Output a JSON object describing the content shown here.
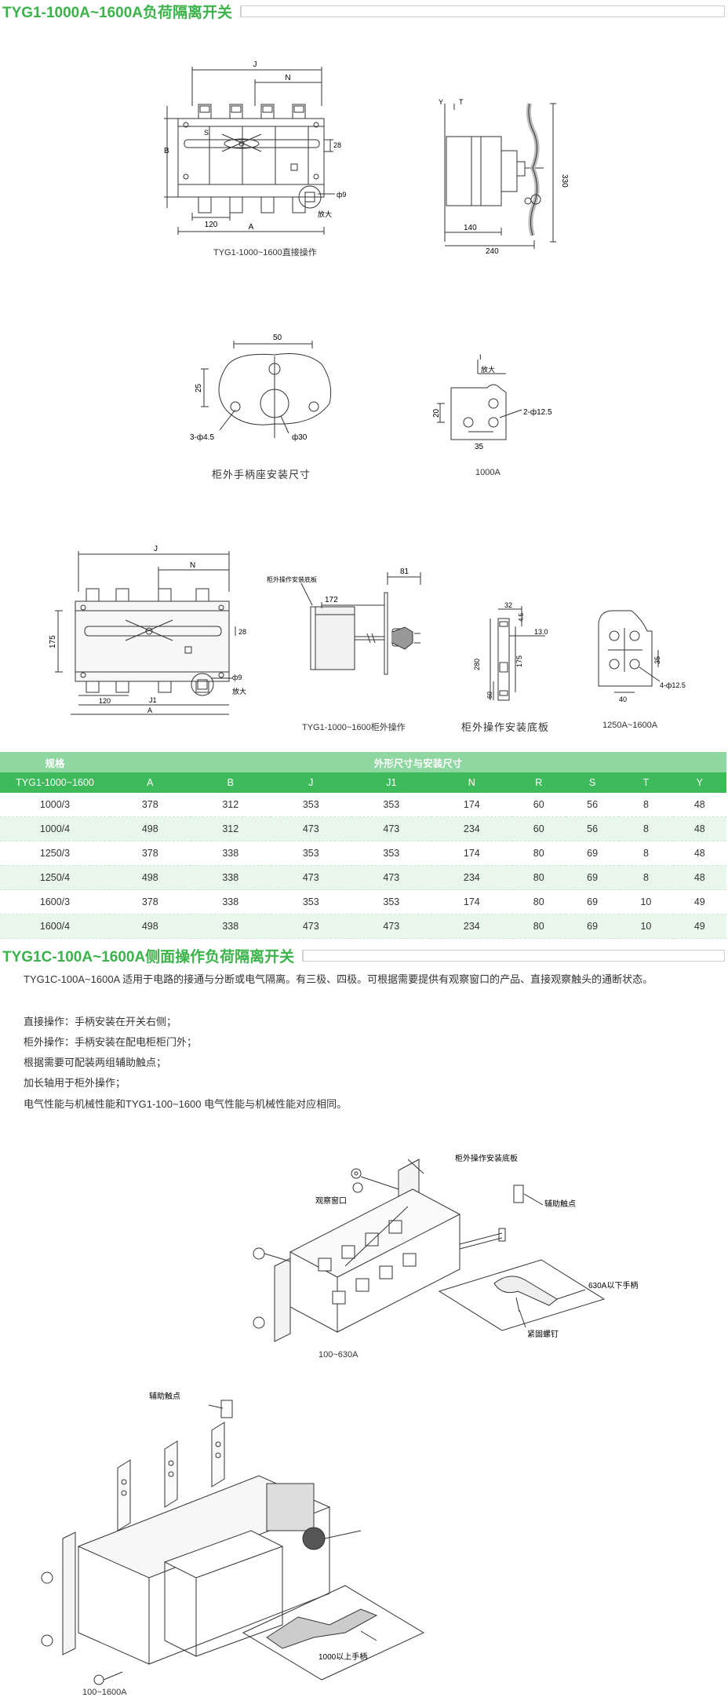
{
  "section1": {
    "title": "TYG1-1000A~1600A负荷隔离开关"
  },
  "fig1": {
    "caption": "TYG1-1000~1600直接操作",
    "labels": {
      "J": "J",
      "N": "N",
      "S": "S",
      "B": "B",
      "A": "A",
      "d120": "120",
      "d28": "28",
      "phi9": "ф9",
      "enlarge": "放大"
    }
  },
  "fig2": {
    "labels": {
      "Y": "Y",
      "T": "T",
      "d330": "330",
      "d140": "140",
      "d240": "240"
    }
  },
  "fig3": {
    "caption": "柜外手柄座安装尺寸",
    "labels": {
      "d50": "50",
      "d25": "25",
      "holes": "3-ф4.5",
      "phi30": "ф30"
    }
  },
  "fig4": {
    "caption": "1000A",
    "labels": {
      "I": "I",
      "enlarge": "放大",
      "d20": "20",
      "holes": "2-ф12.5",
      "d35": "35"
    }
  },
  "fig5": {
    "labels": {
      "J": "J",
      "N": "N",
      "d175": "175",
      "d28": "28",
      "d120": "120",
      "J1": "J1",
      "A": "A",
      "phi9": "ф9",
      "enlarge": "放大"
    }
  },
  "fig6": {
    "caption": "TYG1-1000~1600柜外操作",
    "labels": {
      "baseplate": "柜外操作安装底板",
      "d81": "81",
      "d172": "172"
    }
  },
  "fig7": {
    "caption": "柜外操作安装底板",
    "labels": {
      "d32": "32",
      "d45": "4.5",
      "d130": "13.0",
      "d280": "280",
      "d175": "175",
      "d60": "60"
    }
  },
  "fig8": {
    "caption": "1250A~1600A",
    "labels": {
      "d35": "35",
      "d40": "40",
      "holes": "4-ф12.5"
    }
  },
  "table": {
    "header1": {
      "spec": "规格",
      "dims": "外形尺寸与安装尺寸"
    },
    "header2": [
      "TYG1-1000~1600",
      "A",
      "B",
      "J",
      "J1",
      "N",
      "R",
      "S",
      "T",
      "Y"
    ],
    "rows": [
      [
        "1000/3",
        "378",
        "312",
        "353",
        "353",
        "174",
        "60",
        "56",
        "8",
        "48"
      ],
      [
        "1000/4",
        "498",
        "312",
        "473",
        "473",
        "234",
        "60",
        "56",
        "8",
        "48"
      ],
      [
        "1250/3",
        "378",
        "338",
        "353",
        "353",
        "174",
        "80",
        "69",
        "8",
        "48"
      ],
      [
        "1250/4",
        "498",
        "338",
        "473",
        "473",
        "234",
        "80",
        "69",
        "8",
        "48"
      ],
      [
        "1600/3",
        "378",
        "338",
        "353",
        "353",
        "174",
        "80",
        "69",
        "10",
        "49"
      ],
      [
        "1600/4",
        "498",
        "338",
        "473",
        "473",
        "234",
        "80",
        "69",
        "10",
        "49"
      ]
    ]
  },
  "section2": {
    "title": "TYG1C-100A~1600A侧面操作负荷隔离开关",
    "intro": "TYG1C-100A~1600A 适用于电路的接通与分断或电气隔离。有三极、四极。可根据需要提供有观察窗口的产品、直接观察触头的通断状态。",
    "lines": [
      "直接操作：手柄安装在开关右侧；",
      "柜外操作：手柄安装在配电柜柜门外；",
      "根据需要可配装两组辅助触点；",
      "加长轴用于柜外操作；",
      "电气性能与机械性能和TYG1-100~1600 电气性能与机械性能对应相同。"
    ]
  },
  "diagram1": {
    "labels": {
      "baseplate": "柜外操作安装底板",
      "window": "观察窗口",
      "aux": "辅助触点",
      "handle": "630A以下手柄",
      "screw": "紧固螺钉"
    },
    "caption": "100~630A"
  },
  "diagram2": {
    "labels": {
      "aux": "辅助触点",
      "handle": "1000以上手柄"
    },
    "caption": "100~1600A"
  },
  "colors": {
    "accent": "#3bb34a",
    "header_bg": "#3dbb5a",
    "header_light": "#8fd7a0",
    "row_alt": "#e9f6ec"
  }
}
